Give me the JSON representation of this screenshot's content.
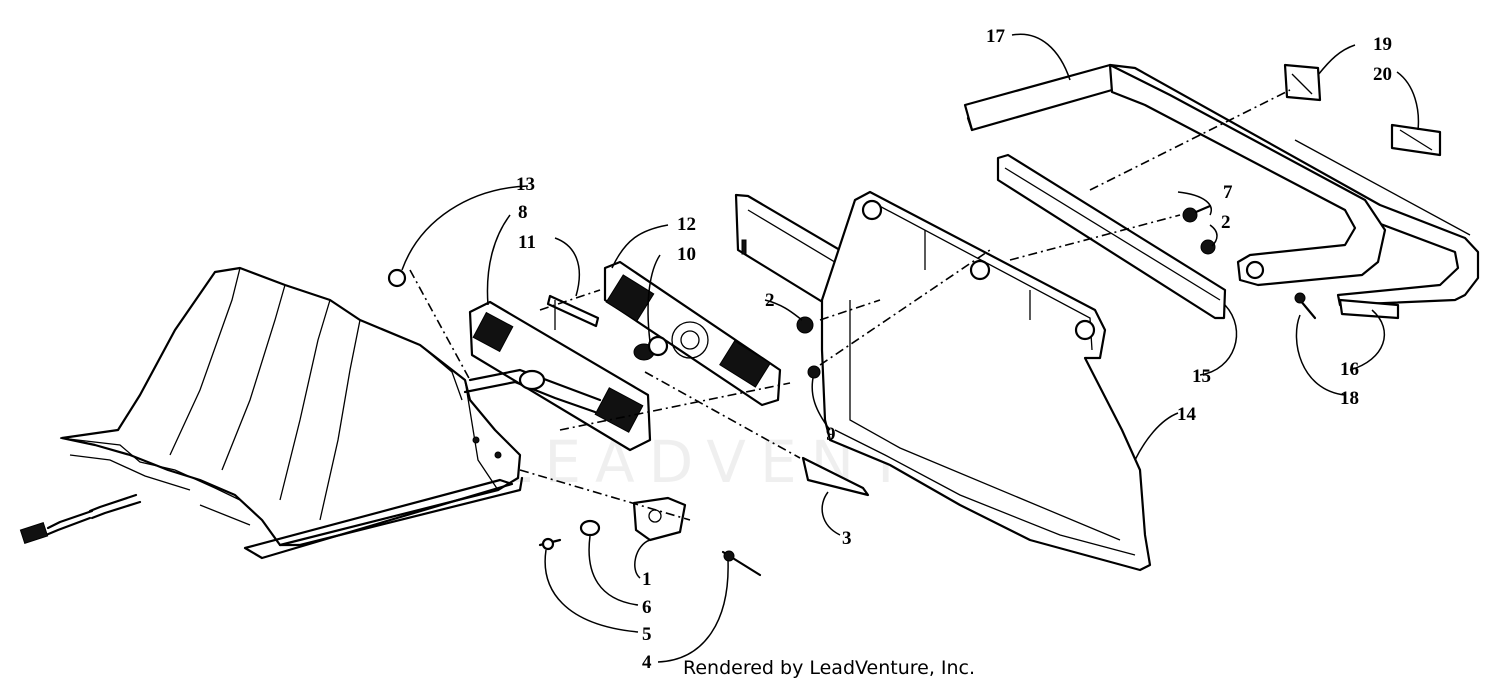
{
  "watermark": "LEADVENTURE",
  "credit": "Rendered by LeadVenture, Inc.",
  "callouts": [
    {
      "id": "17",
      "label": "17"
    },
    {
      "id": "19",
      "label": "19"
    },
    {
      "id": "20",
      "label": "20"
    },
    {
      "id": "13",
      "label": "13"
    },
    {
      "id": "8",
      "label": "8"
    },
    {
      "id": "11",
      "label": "11"
    },
    {
      "id": "12",
      "label": "12"
    },
    {
      "id": "10",
      "label": "10"
    },
    {
      "id": "7",
      "label": "7"
    },
    {
      "id": "2a",
      "label": "2"
    },
    {
      "id": "2b",
      "label": "2"
    },
    {
      "id": "15",
      "label": "15"
    },
    {
      "id": "16",
      "label": "16"
    },
    {
      "id": "18",
      "label": "18"
    },
    {
      "id": "9",
      "label": "9"
    },
    {
      "id": "14",
      "label": "14"
    },
    {
      "id": "3",
      "label": "3"
    },
    {
      "id": "1",
      "label": "1"
    },
    {
      "id": "6",
      "label": "6"
    },
    {
      "id": "5",
      "label": "5"
    },
    {
      "id": "4",
      "label": "4"
    }
  ]
}
